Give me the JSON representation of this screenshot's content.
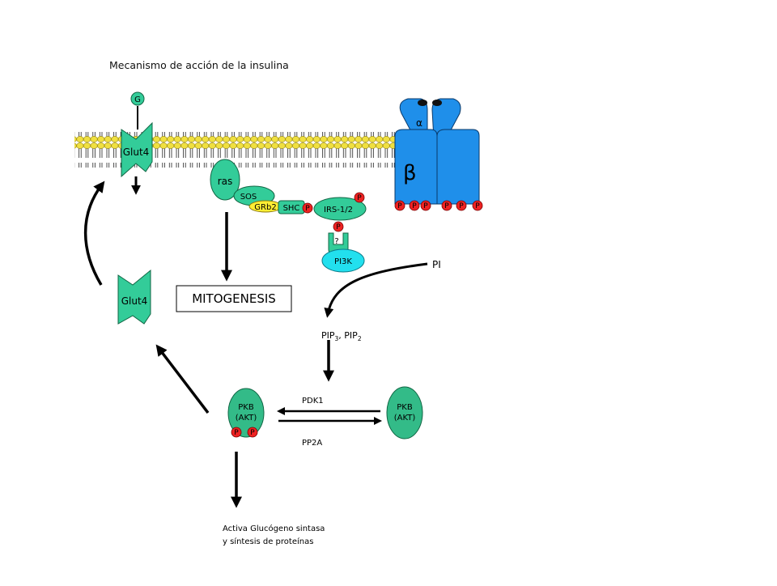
{
  "title": "Mecanismo de acción de la insulina",
  "molecules": {
    "glucose": "G",
    "glut4_membrane": "Glut4",
    "glut4_vesicle": "Glut4",
    "ras": "ras",
    "sos": "SOS",
    "grb2": "GRb2",
    "shc": "SHC",
    "irs": "IRS-1/2",
    "unknown": "?",
    "pi3k": "PI3K",
    "phospho": "P",
    "receptor_alpha": "α",
    "receptor_beta": "β",
    "pkb_left_line1": "PKB",
    "pkb_left_line2": "(AKT)",
    "pkb_right_line1": "PKB",
    "pkb_right_line2": "(AKT)"
  },
  "labels": {
    "mitogenesis": "MITOGENESIS",
    "pi": "PI",
    "pip_text": "PIP",
    "pip_sub1": "3",
    "pip_mid": ", PIP",
    "pip_sub2": "2",
    "pdk1": "PDK1",
    "pp2a": "PP2A",
    "outcome_line1": "Activa Glucógeno sintasa",
    "outcome_line2": "y síntesis de proteínas"
  },
  "colors": {
    "protein_teal": "#33cc99",
    "receptor_blue": "#1f8fea",
    "pi3k_cyan": "#22e0ee",
    "grb2_yellow": "#ffee33",
    "phospho_red": "#ee2222",
    "lipid_head": "#f0e040",
    "pkb_green": "#33bb88"
  }
}
